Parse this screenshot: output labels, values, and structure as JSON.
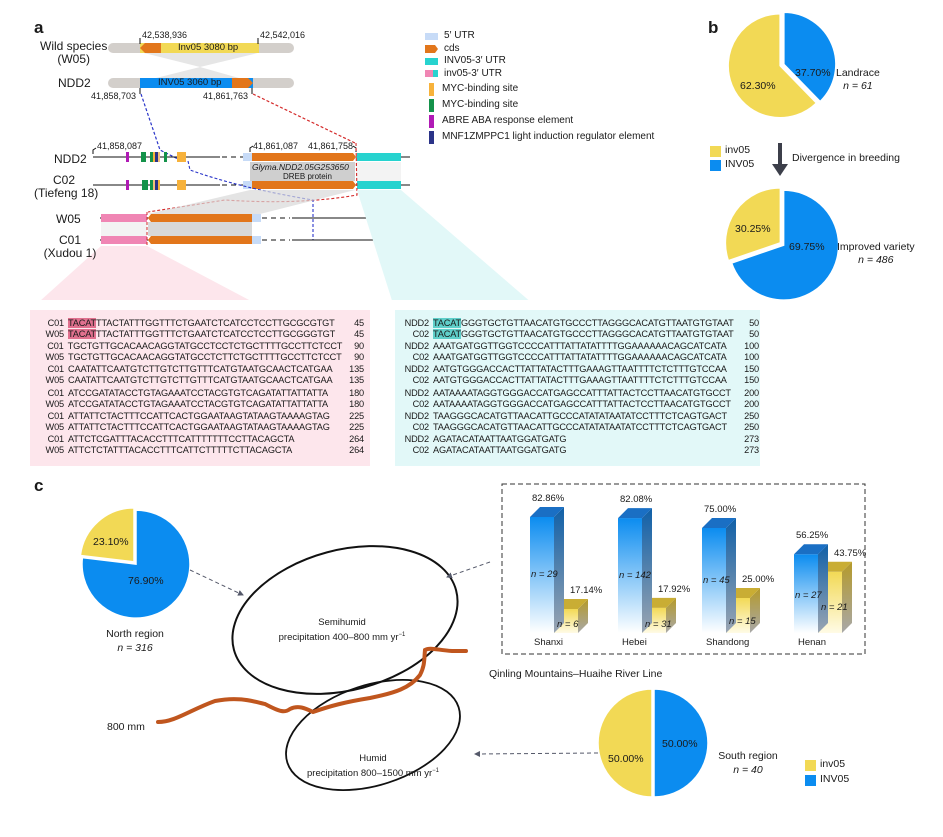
{
  "colors": {
    "inv05_yellow": "#f2d955",
    "INV05_blue": "#0b8cf0",
    "cds_orange": "#e2761b",
    "utr5": "#c7dbf7",
    "utr3_INV05": "#27d3cf",
    "utr3_inv05": "#f086b4",
    "myc1": "#f7b23b",
    "myc2": "#14924a",
    "abre": "#b01ab5",
    "mnf": "#2b3388",
    "river": "#c0561e"
  },
  "panel_a": {
    "letter": "a",
    "wild_label": "Wild species",
    "wild_sub": "(W05)",
    "ndd2_label": "NDD2",
    "wild_start": "42,538,936",
    "wild_end": "42,542,016",
    "wild_inv_label": "Inv05   3080 bp",
    "ndd2_start": "41,858,703",
    "ndd2_end": "41,861,763",
    "ndd2_inv_label": "INV05   3060 bp",
    "legend": [
      {
        "label": "5′ UTR",
        "icon": "utr5-swatch"
      },
      {
        "label": "cds",
        "icon": "cds-arrow-swatch"
      },
      {
        "label": "INV05-3′ UTR",
        "icon": "utr3-INV05-swatch"
      },
      {
        "label": "inv05-3′ UTR",
        "icon": "utr3-inv05-swatch"
      },
      {
        "label": "MYC-binding site",
        "icon": "myc-orange-swatch"
      },
      {
        "label": "MYC-binding site",
        "icon": "myc-green-swatch"
      },
      {
        "label": "ABRE ABA response element",
        "icon": "abre-swatch"
      },
      {
        "label": "MNF1ZMPPC1 light induction regulator element",
        "icon": "mnf-swatch"
      }
    ],
    "gene": {
      "ndd2": "NDD2",
      "c02": "C02",
      "c02_sub": "(Tiefeng 18)",
      "w05": "W05",
      "c01": "C01",
      "c01_sub": "(Xudou 1)",
      "promoter_start": "41,858,087",
      "cds_start": "41,861,087",
      "cds_end": "41,861,758",
      "gene_id": "Glyma.NDD2.05G253650",
      "gene_desc": "DREB protein"
    },
    "alignment_left": [
      {
        "name": "C01",
        "hl": "TACAT",
        "seq": "TTACTATTTGGTTTCTGAATCTCATCCTCCTTGCGCGTGT",
        "num": "45"
      },
      {
        "name": "W05",
        "hl": "TACAT",
        "seq": "TTACTATTTGGTTTCTGAATCTCATCCTCCTTGCGGGTGT",
        "num": "45"
      },
      {
        "name": "C01",
        "hl": "",
        "seq": "TGCTGTTGCACAACAGGTATGCCTCCTCTGCTTTTGCCTTCTCCT",
        "num": "90"
      },
      {
        "name": "W05",
        "hl": "",
        "seq": "TGCTGTTGCACAACAGGTATGCCTCTTCTGCTTTTGCCTTCTCCT",
        "num": "90"
      },
      {
        "name": "C01",
        "hl": "",
        "seq": "CAATATTCAATGTCTTGTCTTGTTTCATGTAATGCAACTCATGAA",
        "num": "135"
      },
      {
        "name": "W05",
        "hl": "",
        "seq": "CAATATTCAATGTCTTGTCTTGTTTCATGTAATGCAACTCATGAA",
        "num": "135"
      },
      {
        "name": "C01",
        "hl": "",
        "seq": "ATCCGATATACCTGTAGAAATCCTACGTGTCAGATATTATTATTA",
        "num": "180"
      },
      {
        "name": "W05",
        "hl": "",
        "seq": "ATCCGATATACCTGTAGAAATCCTACGTGTCAGATATTATTATTA",
        "num": "180"
      },
      {
        "name": "C01",
        "hl": "",
        "seq": "ATTATTCTACTTTCCATTCACTGGAATAAGTATAAGTAAAAGTAG",
        "num": "225"
      },
      {
        "name": "W05",
        "hl": "",
        "seq": "ATTATTCTACTTTCCATTCACTGGAATAAGTATAAGTAAAAGTAG",
        "num": "225"
      },
      {
        "name": "C01",
        "hl": "",
        "seq": "ATTCTCGATTTACACCTTTCATTTTTTTCCTTACAGCTA",
        "num": "264"
      },
      {
        "name": "W05",
        "hl": "",
        "seq": "ATTCTCTATTTACACCTTTCATTCTTTTTCTTACAGCTA",
        "num": "264"
      }
    ],
    "alignment_right": [
      {
        "name": "NDD2",
        "hl": "TACAT",
        "seq": "GGGTGCTGTTAACATGTGCCCTTAGGGCACATGTTAATGTGTAAT",
        "num": "50"
      },
      {
        "name": "C02",
        "hl": "TACAT",
        "seq": "GGGTGCTGTTAACATGTGCCCTTAGGGCACATGTTAATGTGTAAT",
        "num": "50"
      },
      {
        "name": "NDD2",
        "hl": "",
        "seq": "AAATGATGGTTGGTCCCCATTTATTATATTTTGGAAAAAACAGCATCATA",
        "num": "100"
      },
      {
        "name": "C02",
        "hl": "",
        "seq": "AAATGATGGTTGGTCCCCATTTATTATATTTTGGAAAAAACAGCATCATA",
        "num": "100"
      },
      {
        "name": "NDD2",
        "hl": "",
        "seq": "AATGTGGGACCACTTATTATACTTTGAAAGTTAATTTTCTCTTTGTCCAA",
        "num": "150"
      },
      {
        "name": "C02",
        "hl": "",
        "seq": "AATGTGGGACCACTTATTATACTTTGAAAGTTAATTTTCTCTTTGTCCAA",
        "num": "150"
      },
      {
        "name": "NDD2",
        "hl": "",
        "seq": "AATAAAATAGGTGGGACCATGAGCCATTTATTACTCCTTAACATGTGCCT",
        "num": "200"
      },
      {
        "name": "C02",
        "hl": "",
        "seq": "AATAAAATAGGTGGGACCATGAGCCATTTATTACTCCTTAACATGTGCCT",
        "num": "200"
      },
      {
        "name": "NDD2",
        "hl": "",
        "seq": "TAAGGGCACATGTTAACATTGCCCATATATAATATCCTTTCTCAGTGACT",
        "num": "250"
      },
      {
        "name": "C02",
        "hl": "",
        "seq": "TAAGGGCACATGTTAACATTGCCCATATATAATATCCTTTCTCAGTGACT",
        "num": "250"
      },
      {
        "name": "NDD2",
        "hl": "",
        "seq": "AGATACATAATTAATGGATGATG",
        "num": "273"
      },
      {
        "name": "C02",
        "hl": "",
        "seq": "AGATACATAATTAATGGATGATG",
        "num": "273"
      }
    ]
  },
  "panel_b": {
    "letter": "b",
    "legend": [
      {
        "label": "inv05"
      },
      {
        "label": "INV05"
      }
    ],
    "arrow_label": "Divergence in breeding"
  },
  "panel_c": {
    "letter": "c",
    "semihumid_title": "Semihumid",
    "semihumid_precip": "precipitation 400–800 mm yr",
    "humid_title": "Humid",
    "humid_precip": "precipitation 800–1500 mm yr",
    "superscript": "−1",
    "river_label": "Qinling Mountains–Huaihe River Line",
    "isoline_label": "800 mm",
    "legend": [
      {
        "label": "inv05"
      },
      {
        "label": "INV05"
      }
    ]
  },
  "chart_data": [
    {
      "type": "pie",
      "title": "Landrace",
      "n_label": "n = 61",
      "slices": [
        {
          "name": "INV05",
          "value": 37.7,
          "label": "37.70%"
        },
        {
          "name": "inv05",
          "value": 62.3,
          "label": "62.30%"
        }
      ]
    },
    {
      "type": "pie",
      "title": "Improved variety",
      "n_label": "n = 486",
      "slices": [
        {
          "name": "INV05",
          "value": 69.75,
          "label": "69.75%"
        },
        {
          "name": "inv05",
          "value": 30.25,
          "label": "30.25%"
        }
      ]
    },
    {
      "type": "pie",
      "title": "North region",
      "n_label": "n = 316",
      "slices": [
        {
          "name": "INV05",
          "value": 76.9,
          "label": "76.90%"
        },
        {
          "name": "inv05",
          "value": 23.1,
          "label": "23.10%"
        }
      ]
    },
    {
      "type": "pie",
      "title": "South region",
      "n_label": "n = 40",
      "slices": [
        {
          "name": "INV05",
          "value": 50.0,
          "label": "50.00%"
        },
        {
          "name": "inv05",
          "value": 50.0,
          "label": "50.00%"
        }
      ]
    },
    {
      "type": "bar",
      "title": "",
      "categories": [
        "Shanxi",
        "Hebei",
        "Shandong",
        "Henan"
      ],
      "ylim": [
        0,
        100
      ],
      "series": [
        {
          "name": "INV05",
          "values": [
            82.86,
            82.08,
            75.0,
            56.25
          ],
          "labels": [
            "82.86%",
            "82.08%",
            "75.00%",
            "56.25%"
          ],
          "n": [
            "n = 29",
            "n = 142",
            "n = 45",
            "n = 27"
          ]
        },
        {
          "name": "inv05",
          "values": [
            17.14,
            17.92,
            25.0,
            43.75
          ],
          "labels": [
            "17.14%",
            "17.92%",
            "25.00%",
            "43.75%"
          ],
          "n": [
            "n = 6",
            "n = 31",
            "n = 15",
            "n = 21"
          ]
        }
      ]
    }
  ]
}
